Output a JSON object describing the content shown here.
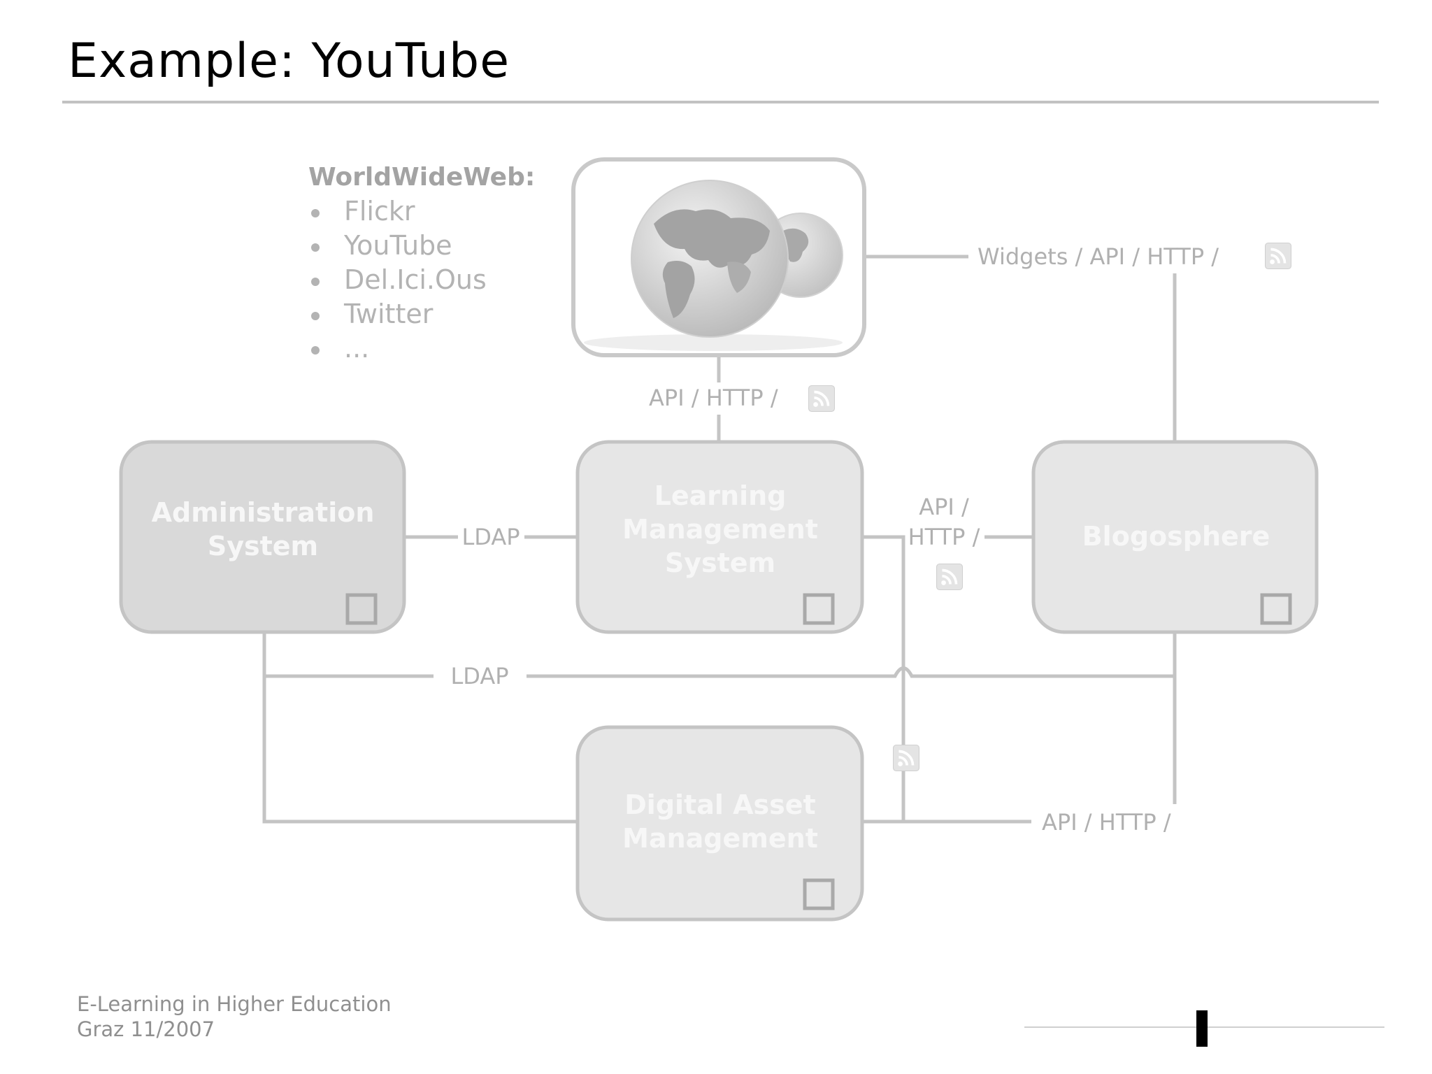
{
  "title": "Example: YouTube",
  "www": {
    "heading": "WorldWideWeb:",
    "items": [
      "Flickr",
      "YouTube",
      "Del.Ici.Ous",
      "Twitter",
      "..."
    ]
  },
  "nodes": {
    "admin": [
      "Administration",
      "System"
    ],
    "lms": [
      "Learning",
      "Management",
      "System"
    ],
    "blog": [
      "Blogosphere"
    ],
    "dam": [
      "Digital Asset",
      "Management"
    ]
  },
  "edges": {
    "www_blog": "Widgets / API / HTTP /",
    "www_lms": "API / HTTP /",
    "admin_lms": "LDAP",
    "lms_blog_line1": "API /",
    "lms_blog_line2": "HTTP /",
    "admin_ldap": "LDAP",
    "dam_api": "API / HTTP /"
  },
  "footer": {
    "line1": "E-Learning in Higher Education",
    "line2": "Graz 11/2007"
  },
  "icons": [
    "globe-image",
    "rss-feed-icon",
    "window-box-icon"
  ],
  "colors": {
    "line": "#c4c4c4",
    "box_admin": "#d9d9d9",
    "box_light": "#e6e6e6",
    "box_border": "#c4c4c4",
    "box_text": "#f7f7f7",
    "label": "#b0b0b0",
    "www_text": "#a3a3a3"
  }
}
